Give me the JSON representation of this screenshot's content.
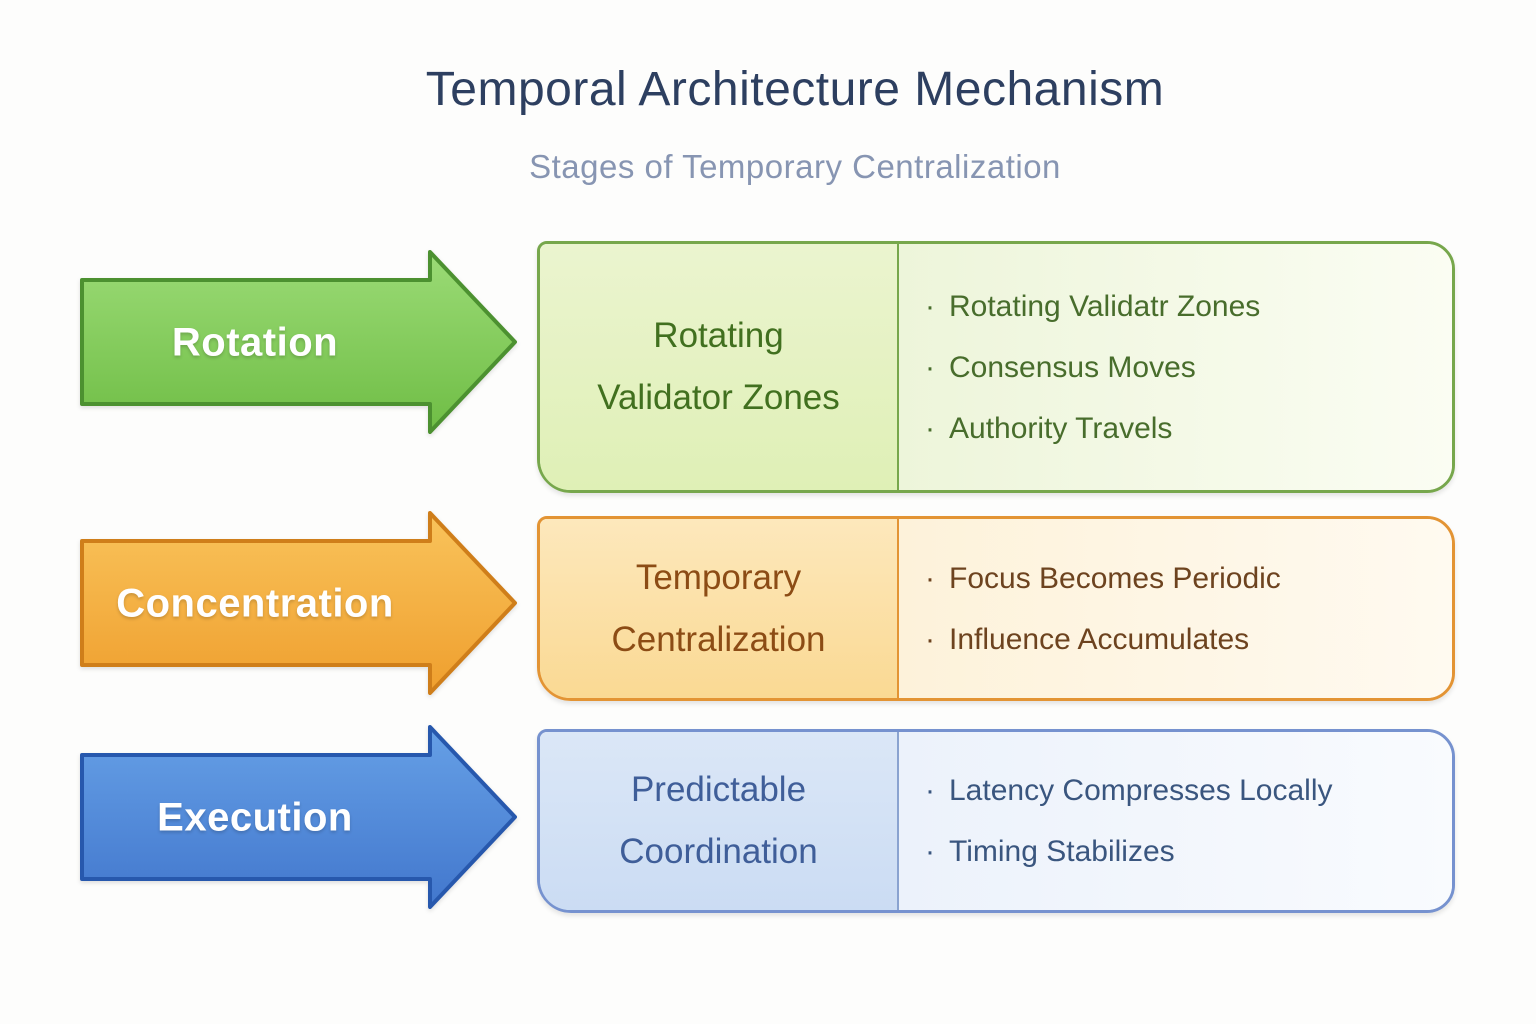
{
  "header": {
    "title": "Temporal Architecture Mechanism",
    "subtitle": "Stages of Temporary Centralization"
  },
  "bullet_marker": "·",
  "rows": [
    {
      "id": "rotation",
      "arrow_label": "Rotation",
      "card_title_line1": "Rotating",
      "card_title_line2": "Validator Zones",
      "bullets": [
        "Rotating Validatr Zones",
        "Consensus Moves",
        "Authority Travels"
      ],
      "colors": {
        "arrow_fill_top": "#9bdb76",
        "arrow_fill_bottom": "#6fbd45",
        "arrow_border": "#4c9130",
        "card_border": "#77a74c",
        "title_text": "#41701f",
        "bullet_text": "#486d2c"
      }
    },
    {
      "id": "concentration",
      "arrow_label": "Concentration",
      "card_title_line1": "Temporary",
      "card_title_line2": "Centralization",
      "bullets": [
        "Focus Becomes Periodic",
        "Influence Accumulates"
      ],
      "colors": {
        "arrow_fill_top": "#f9c35b",
        "arrow_fill_bottom": "#ef9f2e",
        "arrow_border": "#cf7e1a",
        "card_border": "#e39434",
        "title_text": "#8c4c15",
        "bullet_text": "#6d431f"
      }
    },
    {
      "id": "execution",
      "arrow_label": "Execution",
      "card_title_line1": "Predictable",
      "card_title_line2": "Coordination",
      "bullets": [
        "Latency Compresses Locally",
        "Timing Stabilizes"
      ],
      "colors": {
        "arrow_fill_top": "#66a0e6",
        "arrow_fill_bottom": "#4277cd",
        "arrow_border": "#2758ad",
        "card_border": "#7692cf",
        "title_text": "#3f5e99",
        "bullet_text": "#3a567f"
      }
    }
  ]
}
